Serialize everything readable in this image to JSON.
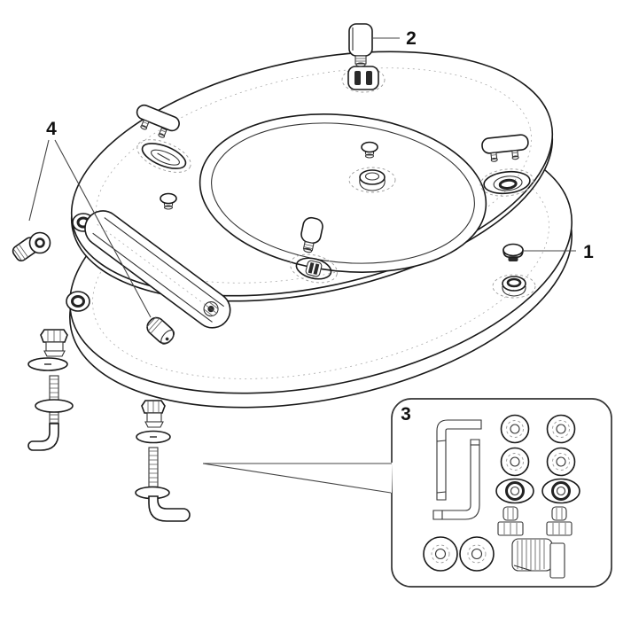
{
  "diagram": {
    "kind": "exploded-parts-diagram",
    "subject": "toilet-seat-and-lid-with-mounting-hardware",
    "background": "#ffffff",
    "ink": "#1a1a1a"
  },
  "callouts": {
    "1": {
      "label": "1",
      "target": "round-bumper-on-lid"
    },
    "2": {
      "label": "2",
      "target": "rubber-bumper-with-screw-stud"
    },
    "3": {
      "label": "3",
      "target": "hardware-kit-box"
    },
    "4": {
      "label": "4",
      "target": "hinge-barrel-nut-and-splined-pin"
    }
  },
  "hardware_kit": {
    "label": "3",
    "items": [
      "l-shaped-hinge-key",
      "l-shaped-hinge-key",
      "flat-washer",
      "flat-washer",
      "flat-washer",
      "flat-washer",
      "flanged-dome-nut",
      "flanged-dome-nut",
      "thumb-screw",
      "thumb-screw",
      "flat-washer",
      "flat-washer",
      "ribbed-plug-with-flange"
    ]
  },
  "loose_parts": [
    "thumb-nut",
    "oval-washer",
    "l-hook-bolt-foot-left",
    "thumb-nut",
    "oval-washer",
    "l-hook-bolt-foot-right",
    "barrel-nut",
    "splined-hinge-pin",
    "top-bumper",
    "seat-bumper"
  ]
}
